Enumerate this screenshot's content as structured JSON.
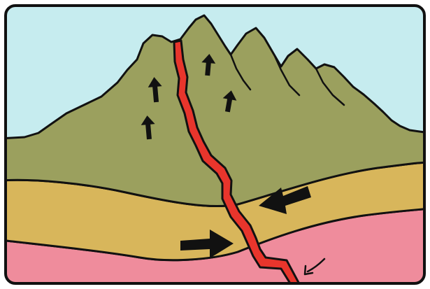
{
  "diagram": {
    "subject": "fold-mountain-with-fault",
    "layers": [
      {
        "name": "sky",
        "color": "#c6ecef"
      },
      {
        "name": "mountain-rock",
        "color": "#9ba05e"
      },
      {
        "name": "middle-sediment-layer",
        "color": "#d8b65b"
      },
      {
        "name": "lower-rock-layer",
        "color": "#ef8c9c"
      }
    ],
    "fault": {
      "name": "magma-fault-line",
      "color": "#e8352c"
    },
    "arrows": {
      "uplift": {
        "count": 4,
        "icon": "up-arrow-icon",
        "color": "#111111"
      },
      "compression": {
        "count": 2,
        "icon": "horizontal-push-arrow-icon",
        "color": "#111111"
      },
      "subsidence": {
        "count": 1,
        "icon": "curved-down-arrow-icon",
        "color": "#111111"
      }
    },
    "outline_color": "#111111",
    "frame_color": "#111111"
  }
}
